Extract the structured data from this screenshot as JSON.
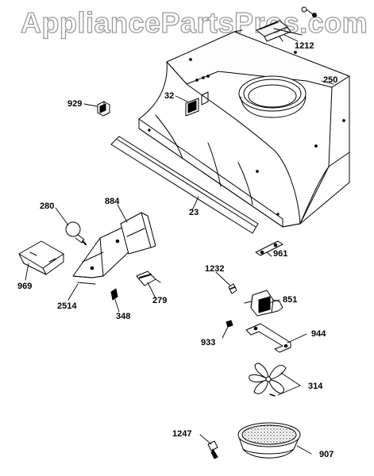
{
  "watermark": "AppliancePartsPros.com",
  "labels": {
    "p1212": "1212",
    "p250": "250",
    "p929": "929",
    "p32": "32",
    "p23": "23",
    "p884": "884",
    "p280": "280",
    "p961": "961",
    "p969": "969",
    "p2514": "2514",
    "p279": "279",
    "p348": "348",
    "p1232": "1232",
    "p851": "851",
    "p933": "933",
    "p944": "944",
    "p314": "314",
    "p1247": "1247",
    "p907": "907"
  },
  "parts": [
    {
      "id": "1212",
      "name": "damper-bracket-and-screws"
    },
    {
      "id": "250",
      "name": "range-hood-housing"
    },
    {
      "id": "929",
      "name": "switch-knob"
    },
    {
      "id": "32",
      "name": "switch-opening"
    },
    {
      "id": "23",
      "name": "front-trim-strip"
    },
    {
      "id": "884",
      "name": "lamp-shield"
    },
    {
      "id": "280",
      "name": "light-bulb"
    },
    {
      "id": "961",
      "name": "screw-clip"
    },
    {
      "id": "969",
      "name": "lens-cover"
    },
    {
      "id": "2514",
      "name": "light-socket-bracket"
    },
    {
      "id": "279",
      "name": "lamp-socket"
    },
    {
      "id": "348",
      "name": "clip"
    },
    {
      "id": "1232",
      "name": "capacitor-clip"
    },
    {
      "id": "851",
      "name": "fan-motor"
    },
    {
      "id": "933",
      "name": "nut"
    },
    {
      "id": "944",
      "name": "motor-mounting-bracket"
    },
    {
      "id": "314",
      "name": "fan-blade"
    },
    {
      "id": "1247",
      "name": "thumb-screw"
    },
    {
      "id": "907",
      "name": "charcoal-filter"
    }
  ]
}
